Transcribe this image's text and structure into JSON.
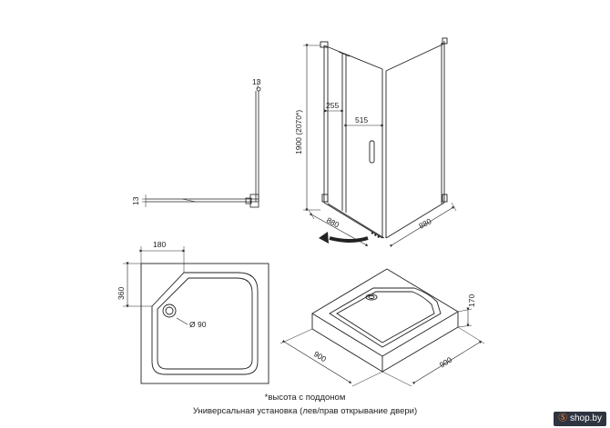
{
  "dimensions": {
    "profile_depth_top": "13",
    "profile_depth_side": "13",
    "door_offset": "255",
    "door_width": "515",
    "height": "1900 (2070*)",
    "enclosure_width_front": "880",
    "enclosure_width_side": "880",
    "tray_cut_width": "180",
    "tray_cut_depth": "360",
    "drain_diameter": "Ø 90",
    "tray_width": "900",
    "tray_depth": "900",
    "tray_height": "170"
  },
  "notes": {
    "height_note": "*высота с поддоном",
    "installation_note": "Универсальная установка (лев/прав открывание двери)"
  },
  "watermark": {
    "text": "shop.by",
    "lead": "Ⓢ"
  },
  "colors": {
    "line": "#222222",
    "accent": "#1a1a1a"
  }
}
